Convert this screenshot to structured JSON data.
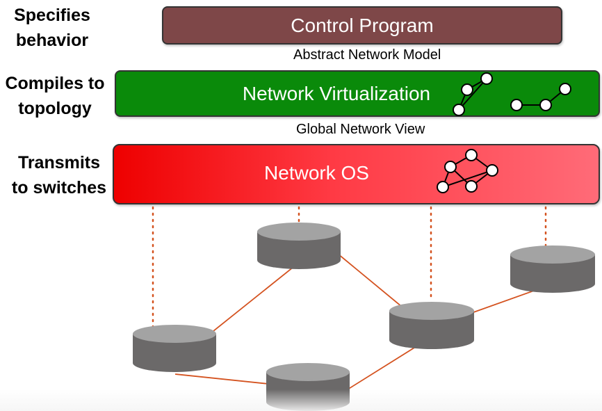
{
  "side_labels": {
    "specifies": [
      "Specifies",
      "behavior"
    ],
    "compiles": [
      "Compiles to",
      "topology"
    ],
    "transmits": [
      "Transmits",
      "to switches"
    ]
  },
  "layers": {
    "control_program": {
      "label": "Control Program",
      "color": "#7e4748"
    },
    "network_virtualization": {
      "label": "Network Virtualization",
      "color": "#0a8a0a"
    },
    "network_os": {
      "label": "Network OS",
      "color": "#ff2a33"
    }
  },
  "captions": {
    "abstract_model": "Abstract Network Model",
    "global_view": "Global Network View"
  },
  "colors": {
    "link": "#d4521f",
    "switch_body": "#6b6969",
    "switch_top": "#a3a3a3",
    "node_fill": "#ffffff",
    "node_stroke": "#000000"
  }
}
